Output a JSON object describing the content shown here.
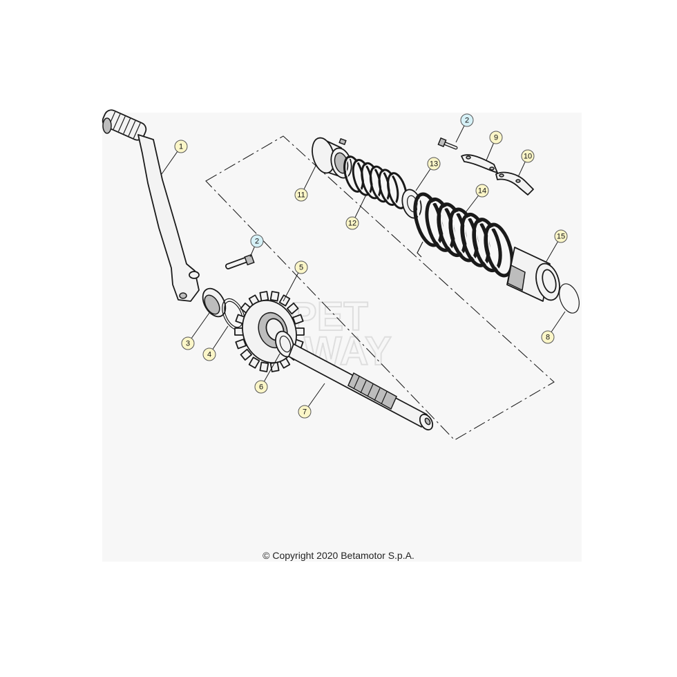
{
  "copyright": "© Copyright 2020 Betamotor S.p.A.",
  "watermark": [
    "PET",
    "WAY"
  ],
  "colors": {
    "callout_yellow": "#fbf6c8",
    "callout_blue": "#d6f1f7",
    "line": "#1a1a1a"
  },
  "callouts": [
    {
      "label": "1",
      "color": "yellow"
    },
    {
      "label": "2",
      "color": "blue"
    },
    {
      "label": "2",
      "color": "blue"
    },
    {
      "label": "3",
      "color": "yellow"
    },
    {
      "label": "4",
      "color": "yellow"
    },
    {
      "label": "5",
      "color": "yellow"
    },
    {
      "label": "6",
      "color": "yellow"
    },
    {
      "label": "7",
      "color": "yellow"
    },
    {
      "label": "8",
      "color": "yellow"
    },
    {
      "label": "9",
      "color": "yellow"
    },
    {
      "label": "10",
      "color": "yellow"
    },
    {
      "label": "11",
      "color": "yellow"
    },
    {
      "label": "12",
      "color": "yellow"
    },
    {
      "label": "13",
      "color": "yellow"
    },
    {
      "label": "14",
      "color": "yellow"
    },
    {
      "label": "15",
      "color": "yellow"
    }
  ]
}
